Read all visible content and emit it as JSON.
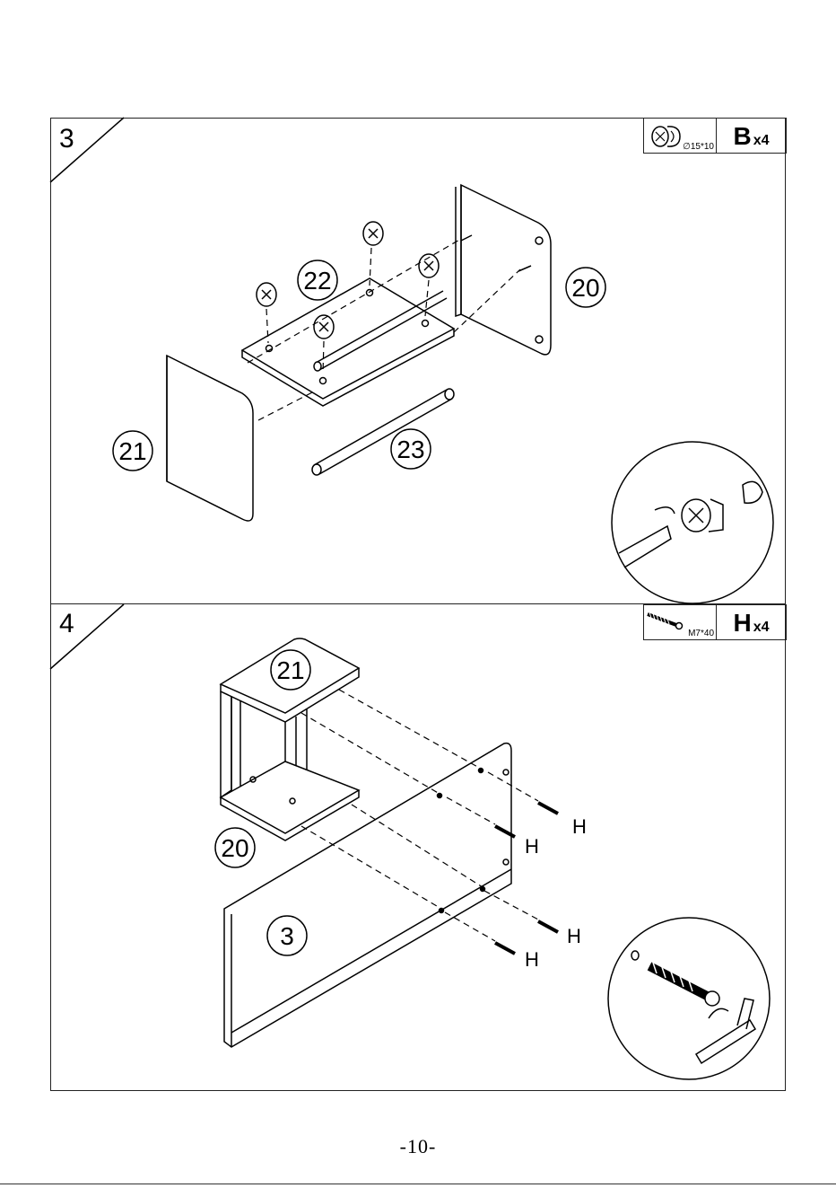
{
  "steps": [
    {
      "number": "3",
      "hardware": {
        "letter": "B",
        "quantity": "x4",
        "spec": "∅15*10",
        "icon": "cam-lock-icon"
      },
      "parts": [
        "22",
        "20",
        "21",
        "23"
      ]
    },
    {
      "number": "4",
      "hardware": {
        "letter": "H",
        "quantity": "x4",
        "spec": "M7*40",
        "icon": "screw-icon"
      },
      "parts": [
        "21",
        "20",
        "3"
      ],
      "screw_labels": [
        "H",
        "H",
        "H",
        "H"
      ]
    }
  ],
  "page_number": "-10-"
}
